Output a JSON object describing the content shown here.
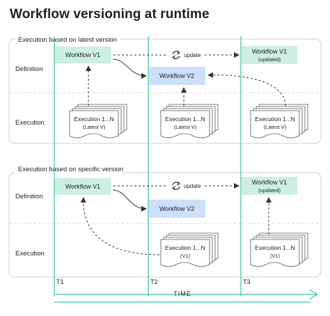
{
  "title": "Workflow versioning at runtime",
  "colors": {
    "green_box": "#cdeee2",
    "blue_box": "#cce0fb",
    "timeline": "#5fcfb3",
    "panel_border": "#d0d0d0",
    "divider": "#d8d8d8",
    "doc_fill": "#ffffff",
    "doc_stroke": "#555555",
    "text": "#222222"
  },
  "sections": [
    {
      "label": "Execution based on latest version",
      "row_definition": "Definition",
      "row_execution": "Execution",
      "workflow_v1": "Workflow V1",
      "workflow_v2": "Workflow V2",
      "workflow_v1_updated": [
        "Workflow V1",
        "(updated)"
      ],
      "update_label": "update",
      "exec_t2": [
        "Execution 1...N",
        "(Latest V)"
      ],
      "exec_t3": [
        "Execution 1...N",
        "(Latest V)"
      ],
      "exec_t1": [
        "Execution 1...N",
        "(Latest V)"
      ]
    },
    {
      "label": "Execution based on specific version",
      "row_definition": "Definition",
      "row_execution": "Execution",
      "workflow_v1": "Workflow V1",
      "workflow_v2": "Workflow V2",
      "workflow_v1_updated": [
        "Workflow V1",
        "(updated)"
      ],
      "update_label": "update",
      "exec_t2": [
        "Execution 1...N",
        "(V1)"
      ],
      "exec_t3": [
        "Execution 1...N",
        "(V1)"
      ]
    }
  ],
  "timeline": {
    "ticks": [
      "T1",
      "T2",
      "T3"
    ],
    "axis_label": "TIME"
  }
}
